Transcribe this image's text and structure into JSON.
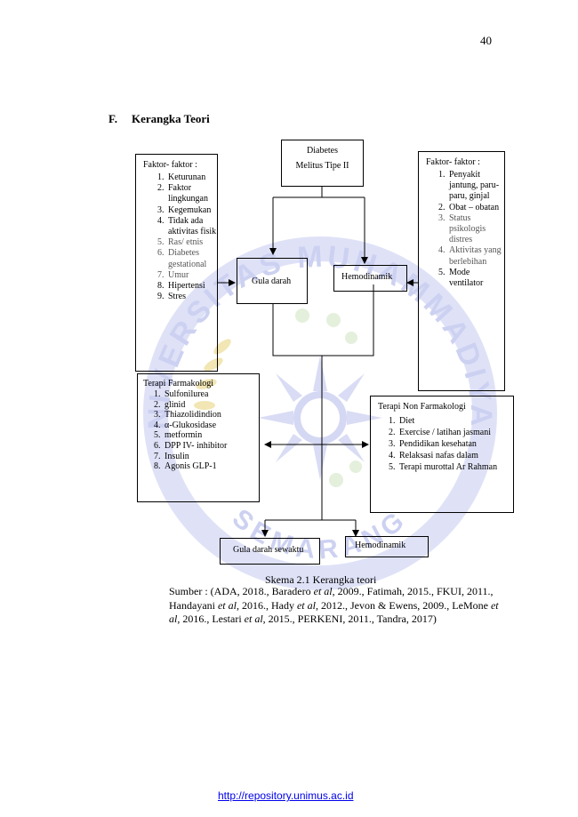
{
  "page": {
    "number": "40"
  },
  "section": {
    "letter": "F.",
    "title": "Kerangka Teori"
  },
  "diagram": {
    "top_box": {
      "line1": "Diabetes",
      "line2": "Melitus Tipe II"
    },
    "left_factors": {
      "title": "Faktor-  faktor  :",
      "items": [
        {
          "text": "Keturunan"
        },
        {
          "text": "Faktor lingkungan"
        },
        {
          "text": "Kegemukan"
        },
        {
          "text": "Tidak ada aktivitas fisik"
        },
        {
          "text": "Ras/ etnis"
        },
        {
          "text": "Diabetes gestational"
        },
        {
          "text": "Umur"
        },
        {
          "text": "Hipertensi"
        },
        {
          "text": "Stres"
        }
      ]
    },
    "right_factors": {
      "title": "Faktor-  faktor  :",
      "items": [
        {
          "text": "Penyakit jantung, paru-paru, ginjal"
        },
        {
          "text": "Obat – obatan"
        },
        {
          "text": "Status psikologis distres"
        },
        {
          "text": "Aktivitas yang berlebihan"
        },
        {
          "text": "Mode ventilator"
        }
      ]
    },
    "gula_darah": "Gula darah",
    "hemodinamik": "Hemodinamik",
    "pharma": {
      "title": "Terapi Farmakologi",
      "items": [
        {
          "text": "Sulfonilurea"
        },
        {
          "text": "glinid"
        },
        {
          "text": "Thiazolidindion"
        },
        {
          "text": "α-Glukosidase"
        },
        {
          "text": "metformin"
        },
        {
          "text": "DPP IV- inhibitor"
        },
        {
          "text": "Insulin"
        },
        {
          "text": "Agonis GLP-1"
        }
      ]
    },
    "nonpharma": {
      "title": "Terapi Non Farmakologi",
      "items": [
        {
          "text": "Diet"
        },
        {
          "text": "Exercise / latihan jasmani"
        },
        {
          "text": "Pendidikan kesehatan"
        },
        {
          "text": "Relaksasi nafas dalam"
        },
        {
          "text": "Terapi murottal Ar Rahman"
        }
      ]
    },
    "bottom_gula": "Gula darah sewaktu",
    "bottom_hemo": "Hemodinamik"
  },
  "caption": "Skema 2.1 Kerangka teori",
  "source": {
    "prefix": "Sumber : (ADA, 2018., Baradero ",
    "etal1": "et al",
    "mid1": ", 2009., Fatimah, 2015., FKUI, 2011., Handayani ",
    "etal2": "et al",
    "mid2": ", 2016., Hady ",
    "etal3": "et al",
    "mid3": ", 2012., Jevon & Ewens, 2009., LeMone ",
    "etal4": "et al",
    "mid4": ", 2016., Lestari ",
    "etal5": "et al",
    "suffix": ", 2015., PERKENI, 2011., Tandra, 2017)"
  },
  "watermark": {
    "upper_text": "UNIVERSITAS MUHAMMADIYAH",
    "lower_text": "SEMARANG"
  },
  "footer": {
    "url": "http://repository.unimus.ac.id"
  },
  "colors": {
    "watermark": "#c9cdf0",
    "watermark_gold": "#f0e3a8",
    "link": "#0000ee"
  }
}
